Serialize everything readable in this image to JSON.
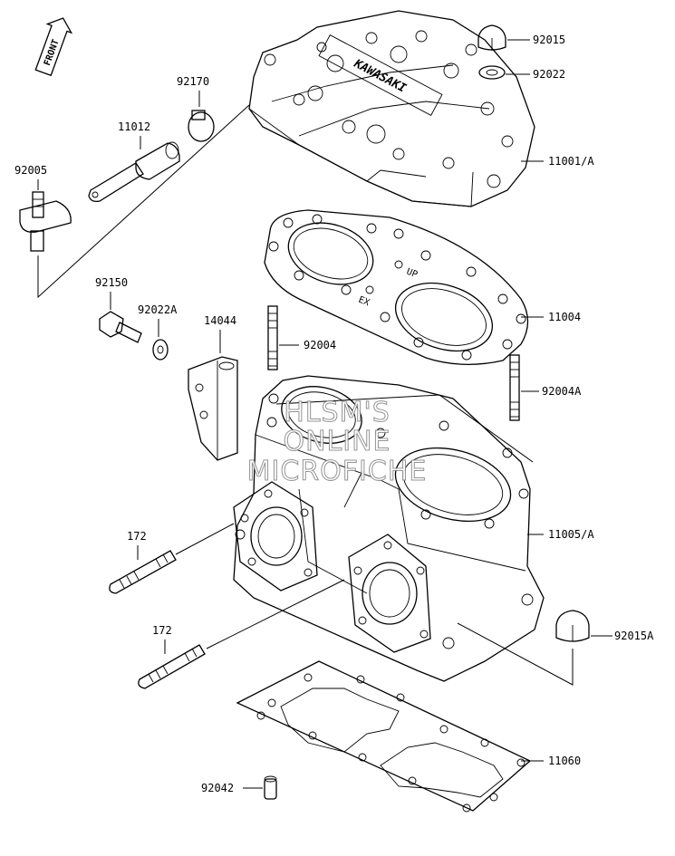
{
  "front_badge": "FRONT",
  "brand_on_head": "KAWASAKI",
  "gasket_marks": {
    "up": "UP",
    "ex": "EX"
  },
  "watermark": [
    "HLSM'S",
    "ONLINE",
    "MICROFICHE"
  ],
  "part_labels": {
    "p92015": "92015",
    "p92022": "92022",
    "p92170": "92170",
    "p11012": "11012",
    "p92005": "92005",
    "p11001A": "11001/A",
    "p11004": "11004",
    "p92150": "92150",
    "p92022A": "92022A",
    "p14044": "14044",
    "p92004": "92004",
    "p92004A": "92004A",
    "p172a": "172",
    "p11005A": "11005/A",
    "p172b": "172",
    "p92015A": "92015A",
    "p11060": "11060",
    "p92042": "92042"
  },
  "colors": {
    "line": "#000000",
    "background": "#ffffff",
    "watermark_outline": "#8a8a8a"
  }
}
